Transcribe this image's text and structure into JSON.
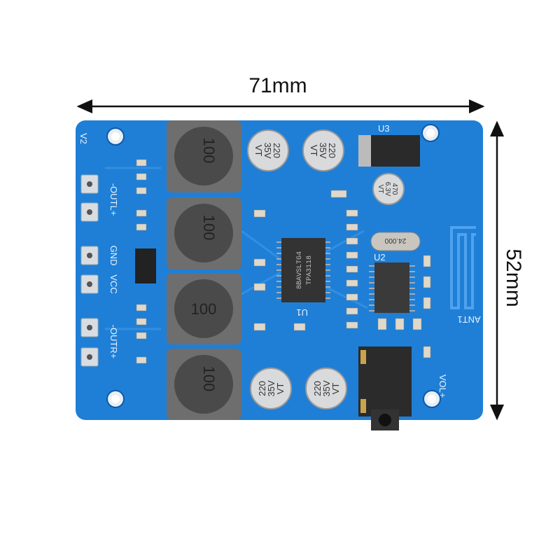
{
  "dimensions": {
    "width_label": "71mm",
    "height_label": "52mm"
  },
  "board": {
    "color": "#1f7fd6",
    "pad_labels": [
      "-OUTL+",
      "GND",
      "VCC",
      "-OUTR+"
    ],
    "inductor_label": "100",
    "cap_large_label": [
      "220",
      "35V",
      "VT"
    ],
    "cap_small_label": [
      "470",
      "6.3V",
      "VT"
    ],
    "amp_chip": [
      "8BAVSLTG4",
      "TPA3118"
    ],
    "crystal_label": "24.000",
    "silk": {
      "v2": "V2",
      "u3": "U3",
      "u2": "U2",
      "u1": "U1",
      "ant": "ANT1",
      "vol": "VOL+"
    }
  }
}
